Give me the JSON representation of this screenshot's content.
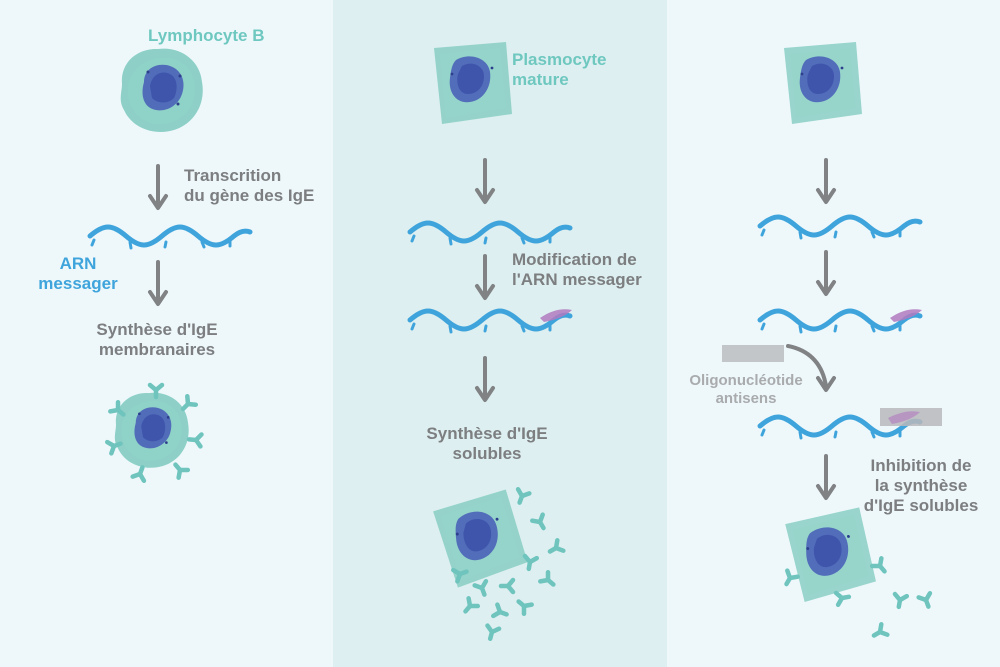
{
  "panel1": {
    "cell_label": "Lymphocyte B",
    "step1": [
      "Transcrition",
      "du gène des IgE"
    ],
    "rna_label": [
      "ARN",
      "messager"
    ],
    "step2": [
      "Synthèse d'IgE",
      "membranaires"
    ]
  },
  "panel2": {
    "cell_label": [
      "Plasmocyte",
      "mature"
    ],
    "step1": [
      "Modification de",
      "l'ARN messager"
    ],
    "step2": [
      "Synthèse d'IgE",
      "solubles"
    ]
  },
  "panel3": {
    "antisense_label": [
      "Oligonucléotide",
      "antisens"
    ],
    "step": [
      "Inhibition de",
      "la synthèse",
      "d'IgE solubles"
    ]
  },
  "colors": {
    "panel_light": "#eef8fb",
    "panel_mid": "#ddeff0",
    "cell_teal": "#7cc9bd",
    "nucleus_blue": "#4a62b8",
    "rna_blue": "#3fa4db",
    "modification_purple": "#b07ac0",
    "arrow_gray": "#808284",
    "antisense_gray": "#b8b9bb",
    "label_teal": "#6fc8c0",
    "label_gray": "#7c7e80"
  }
}
